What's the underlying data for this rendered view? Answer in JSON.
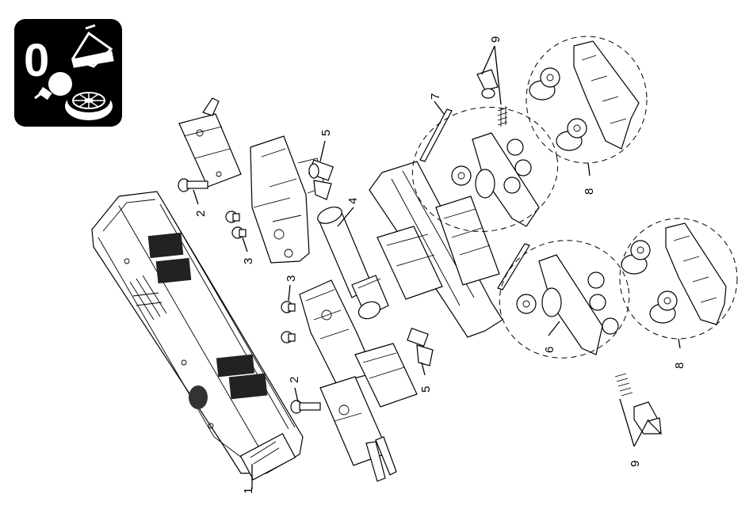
{
  "badge": {
    "number": "0",
    "icons": [
      "tools-icon",
      "bulb-icon",
      "wheel-icon"
    ]
  },
  "callouts": {
    "body_shell": "1",
    "screw_upper": "2",
    "screw_lower": "2",
    "nuts_upper": "3",
    "nuts_lower": "3",
    "motor": "4",
    "coupler_upper": "5",
    "coupler_lower": "5",
    "gear_lower": "6",
    "shaft_upper": "7",
    "bogie_upper": "8",
    "bogie_lower": "8",
    "spring_upper": "9",
    "spring_lower": "9"
  }
}
